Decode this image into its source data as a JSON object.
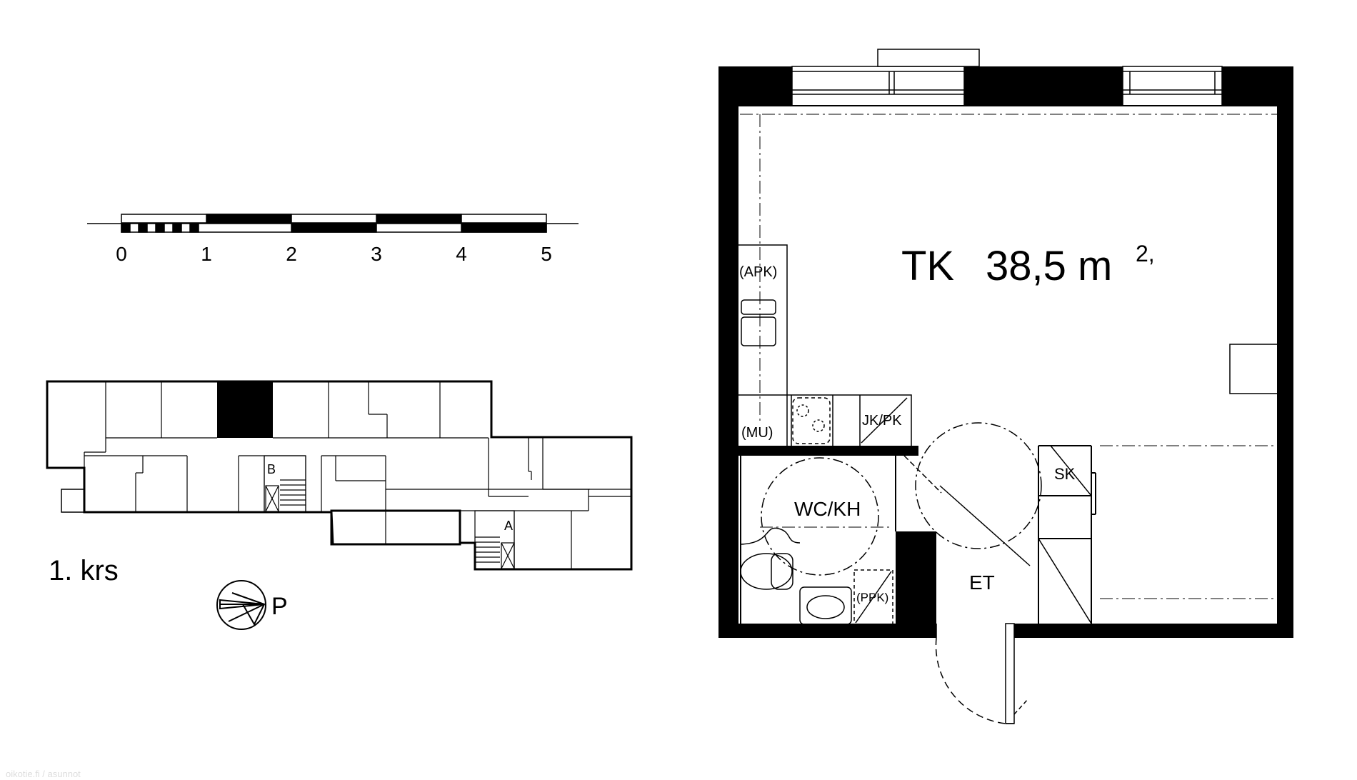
{
  "scale_bar": {
    "labels": [
      "0",
      "1",
      "2",
      "3",
      "4",
      "5"
    ]
  },
  "site_plan": {
    "floor_label": "1. krs",
    "stair_b": "B",
    "stair_a": "A",
    "north_label": "P"
  },
  "apartment": {
    "main_room": "TK",
    "area": "38,5 m",
    "area_sup": "2,",
    "kitchen_appliances": "(APK)",
    "microwave": "(MU)",
    "fridge_freezer": "JK/PK",
    "bathroom": "WC/KH",
    "washing_machine": "(PPK)",
    "entrance": "ET",
    "closet": "SK"
  },
  "watermark": "oikotie.fi / asunnot",
  "colors": {
    "ink": "#000000",
    "paper": "#ffffff",
    "watermark": "#dddddd"
  }
}
